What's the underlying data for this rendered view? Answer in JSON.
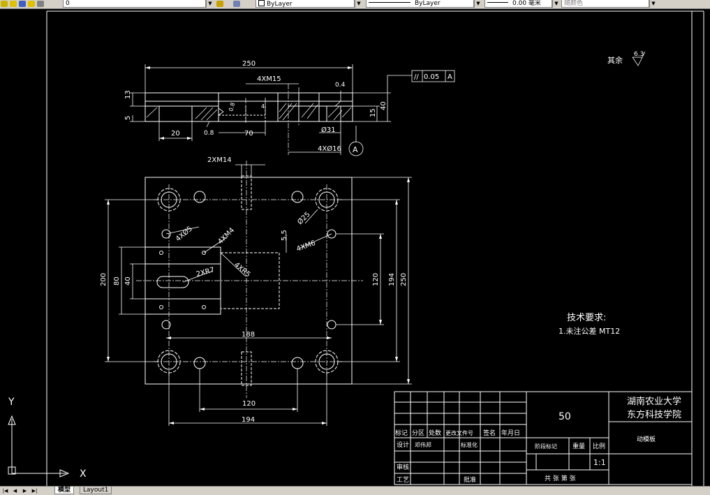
{
  "toolbar": {
    "layer_value": "0",
    "color_value": "ByLayer",
    "linetype_value": "ByLayer",
    "lineweight_value": "0.00 毫米",
    "plotstyle_value": "随颜色"
  },
  "drawing": {
    "roughness_label": "其余",
    "roughness_value": "6.3",
    "tech_title": "技术要求:",
    "tech_item": "1.未注公差 MT12",
    "datum_letter": "A",
    "gdt_symbol": "//",
    "gdt_tolerance": "0.05",
    "gdt_datum": "A",
    "section_dims": {
      "width": "250",
      "thread_4xm15": "4XM15",
      "thickness": "40",
      "d15": "15",
      "d13": "13",
      "d5": "5",
      "d20": "20",
      "d70": "70",
      "d0_8": "0.8",
      "d31": "Ø31",
      "holes_4xd16": "4XØ16",
      "d0_4": "0.4",
      "d4": "4",
      "d0_8b": "0.8"
    },
    "plan_dims": {
      "thread_2xm14": "2XM14",
      "d4xd5": "4XØ5",
      "d4xm4": "4XM4",
      "d5_5": "5.5",
      "d25": "Ø25",
      "d4xm6": "4XM6",
      "d2xr7": "2XR7",
      "d4xr5": "4XR5",
      "h200": "200",
      "h80": "80",
      "h40": "40",
      "h120": "120",
      "h194": "194",
      "h250": "250",
      "w188": "188",
      "w120": "120",
      "w194": "194"
    }
  },
  "titleblock": {
    "school_line1": "湖南农业大学",
    "school_line2": "东方科技学院",
    "part_number": "50",
    "part_name": "动模板",
    "scale": "1:1",
    "sheet_text": "共 张 第 张",
    "row_labels": [
      "标记",
      "分区",
      "处数",
      "更改文件号",
      "签名",
      "年月日"
    ],
    "design": "设计",
    "standardization": "标准化",
    "review": "审核",
    "process": "工艺",
    "approve": "批准",
    "stage_mark": "阶段标记",
    "weight": "重量",
    "ratio": "比例",
    "design_sign": "邓伟邦"
  },
  "ucs": {
    "x": "X",
    "y": "Y"
  },
  "tabs": [
    {
      "label": "模型"
    },
    {
      "label": "Layout1"
    }
  ]
}
